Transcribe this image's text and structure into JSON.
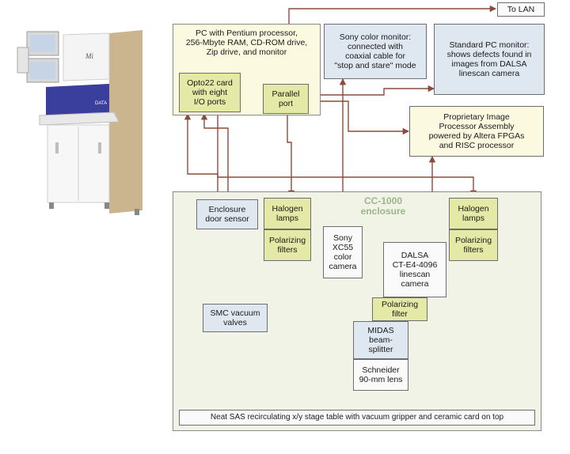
{
  "diagram": {
    "pc": "PC with Pentium processor,\n256-Mbyte RAM, CD-ROM drive,\nZip drive, and monitor",
    "opto22": "Opto22 card\nwith eight\nI/O ports",
    "parallel_port": "Parallel\nport",
    "sony_monitor": "Sony color monitor:\nconnected with\ncoaxial cable for\n\"stop and stare\" mode",
    "pc_monitor": "Standard PC monitor:\nshows defects found in\nimages from DALSA\nlinescan camera",
    "to_lan": "To LAN",
    "image_processor": "Proprietary Image\nProcessor Assembly\npowered by Altera FPGAs\nand RISC processor",
    "enclosure_title": "CC-1000\nenclosure",
    "door_sensor": "Enclosure\ndoor sensor",
    "halogen_left": "Halogen\nlamps",
    "polarizing_left": "Polarizing\nfilters",
    "sony_camera": "Sony\nXC55\ncolor\ncamera",
    "dalsa_camera": "DALSA\nCT-E4-4096\nlinescan\ncamera",
    "halogen_right": "Halogen\nlamps",
    "polarizing_right": "Polarizing\nfilters",
    "polarizing_filter": "Polarizing\nfilter",
    "smc_valves": "SMC vacuum\nvalves",
    "beam_splitter": "MIDAS\nbeam-\nsplitter",
    "lens": "Schneider\n90-mm lens",
    "stage_table": "Neat SAS recirculating x/y stage table with vacuum gripper and ceramic card on top",
    "machine_logo": "Mi"
  },
  "colors": {
    "wire": "#8b4a3c",
    "light_ray": "#d8d800",
    "cream_box": "#fbf9df",
    "green_box": "#e4eaa6",
    "blue_box": "#dfe8f1",
    "enclosure_title": "#9db58a"
  }
}
